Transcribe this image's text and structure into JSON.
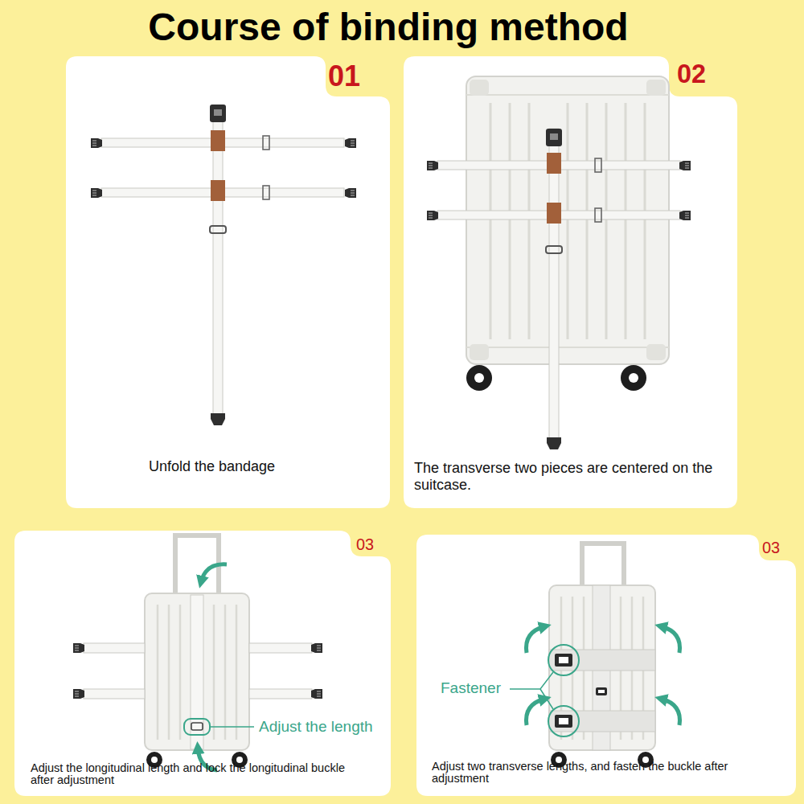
{
  "diagram": {
    "title": "Course of binding method",
    "nodes": [
      {
        "text": [
          "01",
          "Unfold the bandage"
        ]
      },
      {
        "text": [
          "02",
          "The transverse two pieces are centered on the suitcase."
        ]
      },
      {
        "text": [
          "03",
          "Adjust the length",
          "Adjust the longitudinal length and lock the longitudinal buckle after adjustment"
        ]
      },
      {
        "text": [
          "03",
          "Fastener",
          "Adjust two transverse lengths, and fasten the buckle after adjustment"
        ]
      }
    ]
  }
}
